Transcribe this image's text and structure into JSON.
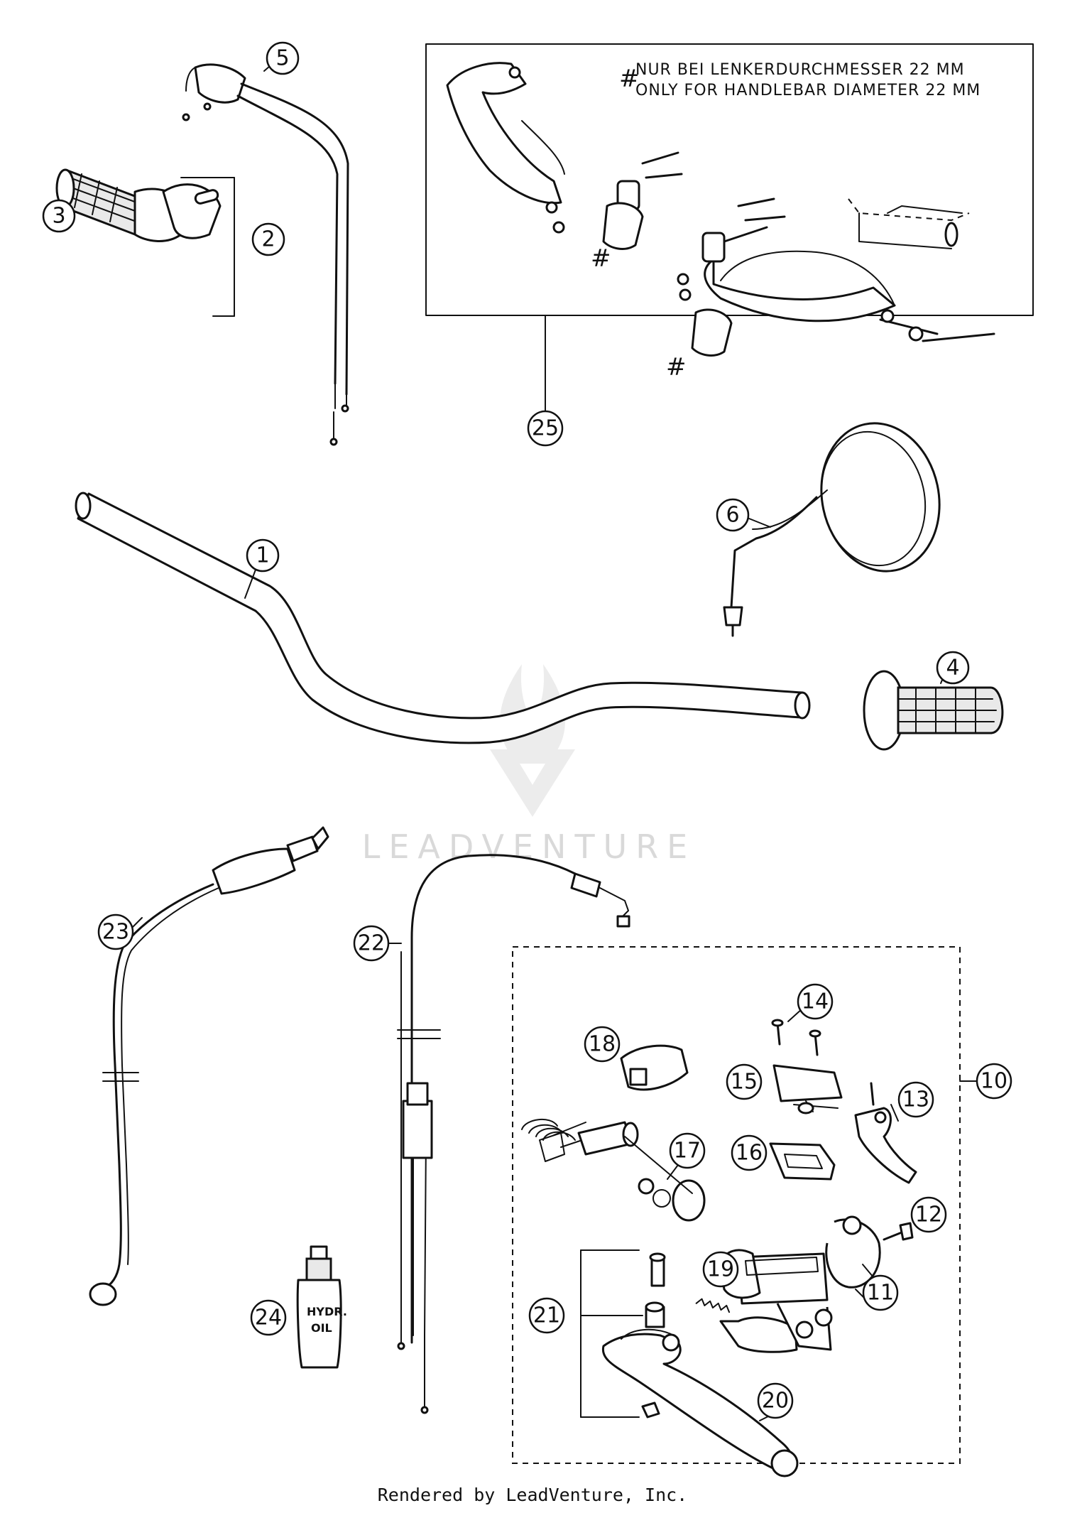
{
  "watermark": {
    "brand": "LEADVENTURE"
  },
  "note": {
    "symbol": "#",
    "line_de": "NUR BEI LENKERDURCHMESSER 22 MM",
    "line_en": "ONLY FOR HANDLEBAR DIAMETER 22 MM"
  },
  "bottle_label": {
    "line1": "HYDR.",
    "line2": "OIL"
  },
  "callouts": {
    "c1": "1",
    "c2": "2",
    "c3": "3",
    "c4": "4",
    "c5": "5",
    "c6": "6",
    "c10": "10",
    "c11": "11",
    "c12": "12",
    "c13": "13",
    "c14": "14",
    "c15": "15",
    "c16": "16",
    "c17": "17",
    "c18": "18",
    "c19": "19",
    "c20": "20",
    "c21": "21",
    "c22": "22",
    "c23": "23",
    "c24": "24",
    "c25": "25"
  },
  "footer": {
    "credit": "Rendered by LeadVenture, Inc."
  }
}
